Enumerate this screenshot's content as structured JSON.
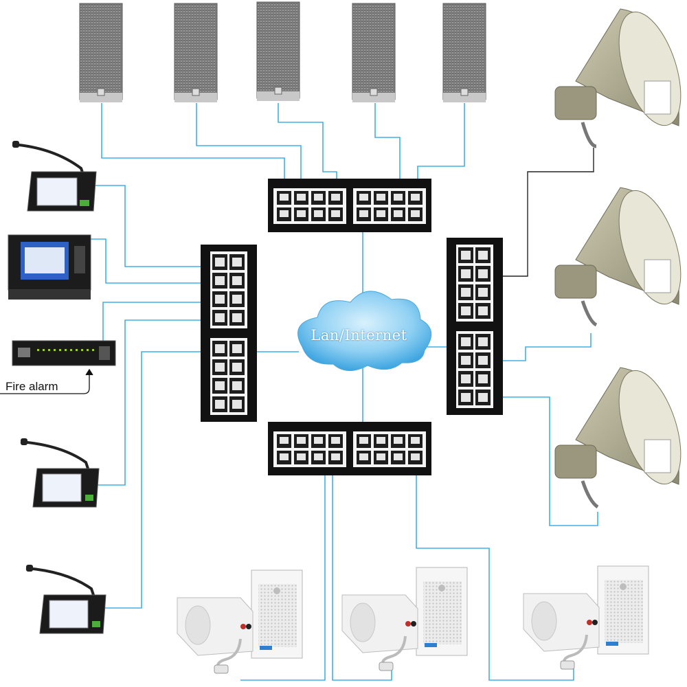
{
  "network_label": "Lan/Internet",
  "fire_alarm_label": "Fire alarm",
  "colors": {
    "cable": "#3fb0e6",
    "cloud_light": "#bfe6fb",
    "cloud_dark": "#3ea5e0",
    "switch_body": "#111111",
    "port": "#e8e8e8",
    "column_speaker": "#8a8a8a",
    "horn": "#a9a48a",
    "wall_speaker": "#f2f2f2"
  },
  "devices": {
    "column_speakers": 5,
    "horn_speakers": 3,
    "wall_speaker_pairs": 3,
    "paging_microphones": 3,
    "network_switches": 4
  },
  "icons": [
    "column-speaker-icon",
    "horn-speaker-icon",
    "wall-speaker-icon",
    "paging-microphone-icon",
    "rack-server-icon",
    "fire-alarm-controller-icon",
    "network-switch-icon",
    "cloud-icon"
  ]
}
